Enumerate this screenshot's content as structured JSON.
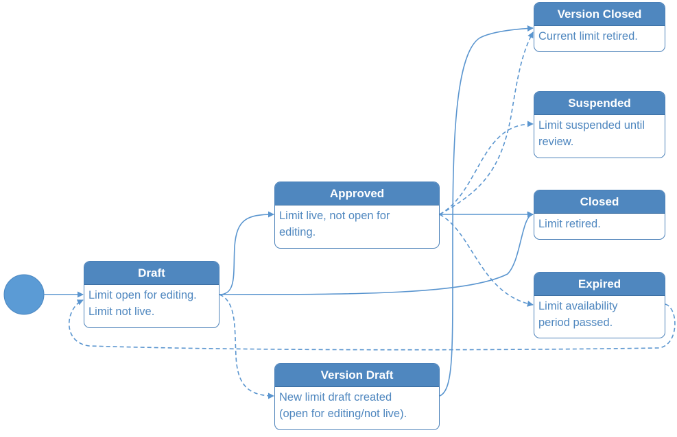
{
  "colors": {
    "accent": "#4f87bf",
    "line": "#5a95cf",
    "start": "#5b9bd5"
  },
  "states": {
    "draft": {
      "title": "Draft",
      "desc": "Limit open for editing.\nLimit not live."
    },
    "approved": {
      "title": "Approved",
      "desc": "Limit live, not open for\nediting."
    },
    "version_draft": {
      "title": "Version Draft",
      "desc": "New limit draft created\n(open for editing/not live)."
    },
    "version_closed": {
      "title": "Version Closed",
      "desc": "Current limit retired."
    },
    "suspended": {
      "title": "Suspended",
      "desc": "Limit suspended until\nreview."
    },
    "closed": {
      "title": "Closed",
      "desc": "Limit retired."
    },
    "expired": {
      "title": "Expired",
      "desc": "Limit availability\nperiod passed."
    }
  },
  "transitions": [
    {
      "from": "start",
      "to": "draft",
      "style": "solid"
    },
    {
      "from": "draft",
      "to": "approved",
      "style": "solid"
    },
    {
      "from": "draft",
      "to": "closed",
      "style": "solid"
    },
    {
      "from": "draft",
      "to": "version_draft",
      "style": "dashed"
    },
    {
      "from": "approved",
      "to": "closed",
      "style": "solid"
    },
    {
      "from": "approved",
      "to": "version_closed",
      "style": "dashed"
    },
    {
      "from": "approved",
      "to": "suspended",
      "style": "dashed"
    },
    {
      "from": "approved",
      "to": "expired",
      "style": "dashed"
    },
    {
      "from": "version_draft",
      "to": "version_closed",
      "style": "solid"
    },
    {
      "from": "expired",
      "to": "draft",
      "style": "dashed"
    }
  ]
}
